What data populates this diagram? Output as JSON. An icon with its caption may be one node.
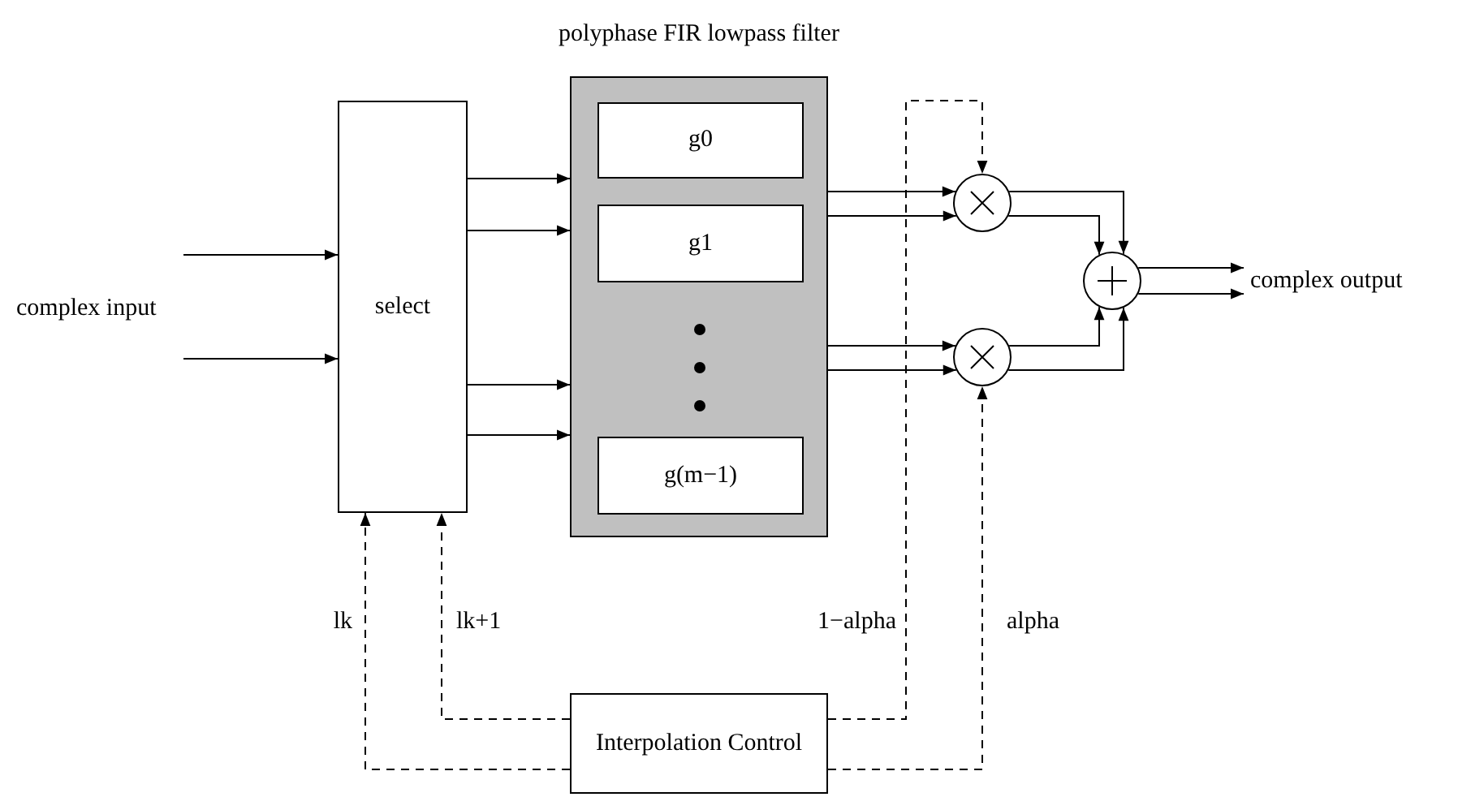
{
  "diagram": {
    "nodes": [
      {
        "text": [
          "select"
        ]
      },
      {
        "text": [
          "polyphase FIR lowpass filter"
        ]
      },
      {
        "text": [
          "g0"
        ],
        "in": 1
      },
      {
        "text": [
          "g1"
        ],
        "in": 1
      },
      {
        "text": [
          "g(m−1)"
        ],
        "in": 1
      },
      {
        "text": [],
        "shape": "circle"
      },
      {
        "text": [],
        "shape": "circle"
      },
      {
        "text": [],
        "shape": "circle"
      },
      {
        "text": [
          "Interpolation Control"
        ]
      },
      {
        "text": [
          "complex output"
        ]
      }
    ],
    "edges": [
      {
        "from": null,
        "to": 0,
        "arrow": "to"
      },
      {
        "from": null,
        "to": 0,
        "arrow": "to"
      },
      {
        "from": 0,
        "to": 1,
        "arrow": "to"
      },
      {
        "from": 0,
        "to": 1,
        "arrow": "to"
      },
      {
        "from": 0,
        "to": 1,
        "arrow": "to"
      },
      {
        "from": 0,
        "to": 1,
        "arrow": "to"
      },
      {
        "from": 1,
        "to": 5,
        "arrow": "to"
      },
      {
        "from": 1,
        "to": 5,
        "arrow": "to"
      },
      {
        "from": 1,
        "to": 6,
        "arrow": "to"
      },
      {
        "from": 1,
        "to": 6,
        "arrow": "to"
      },
      {
        "from": 5,
        "to": 7,
        "arrow": "to"
      },
      {
        "from": 5,
        "to": 7,
        "arrow": "to"
      },
      {
        "from": 6,
        "to": 7,
        "arrow": "to"
      },
      {
        "from": 6,
        "to": 7,
        "arrow": "to"
      },
      {
        "from": 7,
        "to": 9,
        "arrow": "to"
      },
      {
        "from": 7,
        "to": 9,
        "arrow": "to"
      },
      {
        "from": 8,
        "to": 0,
        "arrow": "to",
        "label": "lk",
        "style": "dashed"
      },
      {
        "from": 8,
        "to": 0,
        "arrow": "to",
        "label": "lk+1",
        "style": "dashed"
      },
      {
        "from": 8,
        "to": 5,
        "arrow": "to",
        "label": "1−alpha",
        "style": "dashed"
      },
      {
        "from": 8,
        "to": 6,
        "arrow": "to",
        "label": "alpha",
        "style": "dashed"
      }
    ],
    "labels": [
      "complex input"
    ]
  }
}
